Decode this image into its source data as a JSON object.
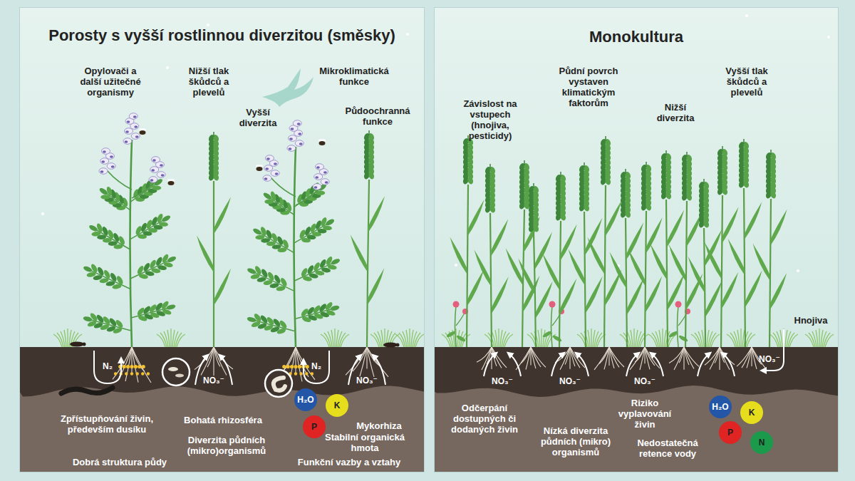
{
  "diagram": {
    "nodes": [
      {
        "text": [
          "Porosty s vyšší rostlinnou diverzitou (směsky)"
        ]
      },
      {
        "text": [
          "H₂O"
        ],
        "in": 0
      },
      {
        "text": [
          "K"
        ],
        "in": 0
      },
      {
        "text": [
          "P"
        ],
        "in": 0
      },
      {
        "text": [
          "Monokultura"
        ]
      },
      {
        "text": [
          "H₂O"
        ],
        "in": 4
      },
      {
        "text": [
          "K"
        ],
        "in": 4
      },
      {
        "text": [
          "P"
        ],
        "in": 4
      },
      {
        "text": [
          "N"
        ],
        "in": 4
      }
    ],
    "labels": [
      "Opylovači a další užitečné organismy",
      "Nižší tlak škůdců a plevelů",
      "Vyšší diverzita",
      "Mikroklimatická funkce",
      "Půdoochranná funkce",
      "N₂",
      "NO₃⁻",
      "N₂",
      "NO₃⁻",
      "Zpřístupňování živin, především dusíku",
      "Bohatá rhizosféra",
      "Mykorhiza",
      "Diverzita půdních (mikro)organismů",
      "Stabilní organická hmota",
      "Dobrá struktura půdy",
      "Funkční vazby a vztahy",
      "Závislost na vstupech (hnojiva, pesticidy)",
      "Půdní povrch vystaven klimatickým faktorům",
      "Nižší diverzita",
      "Vyšší tlak škůdců a plevelů",
      "Hnojiva",
      "NO₃⁻",
      "NO₃⁻",
      "NO₃⁻",
      "NO₃⁻",
      "Odčerpání dostupných či dodaných živin",
      "Riziko vyplavování živin",
      "Nízká diverzita půdních (mikro) organismů",
      "Nedostatečná retence vody"
    ]
  }
}
